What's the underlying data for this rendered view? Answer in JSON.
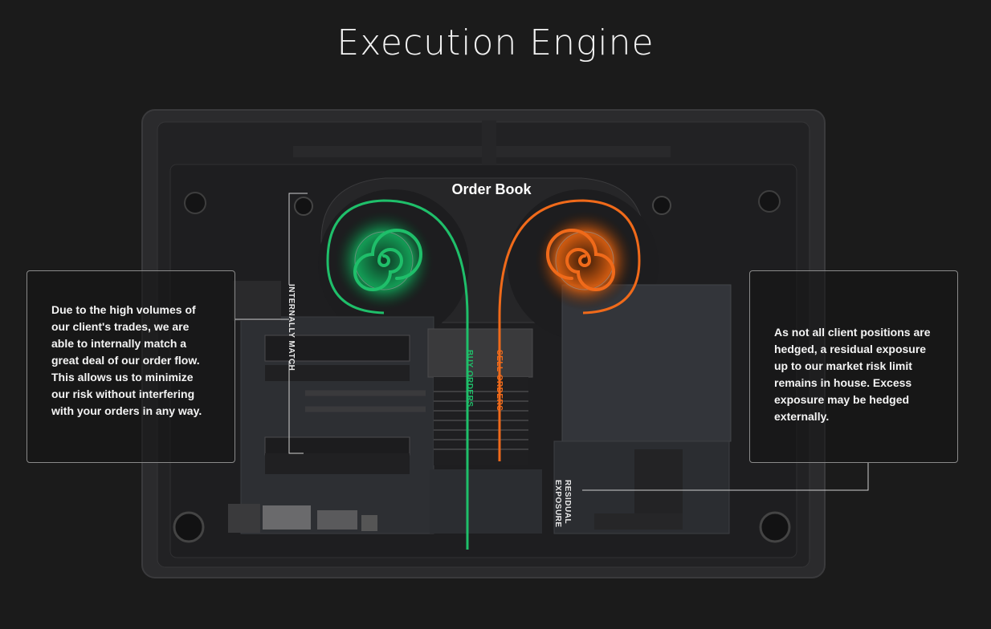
{
  "title": "Execution Engine",
  "diagram": {
    "center_label": "Order Book",
    "internal_label": "INTERNALLY MATCH",
    "buy_label": "BUY ORDERS",
    "sell_label": "SELL ORDERS",
    "residual_label_line1": "RESIDUAL",
    "residual_label_line2": "EXPOSURE"
  },
  "callouts": {
    "left_text": "Due to the high volumes of our client's trades, we are able to internally match a great deal of our order flow. This allows us to minimize our risk without interfering with your orders in any way.",
    "right_text": "As not all client positions are hedged, a residual exposure up to our market risk limit remains in house. Excess exposure may be hedged externally."
  },
  "colors": {
    "background": "#1b1b1b",
    "buy": "#1fbf6a",
    "sell": "#f06a1a",
    "device": "#2a2a2c"
  }
}
